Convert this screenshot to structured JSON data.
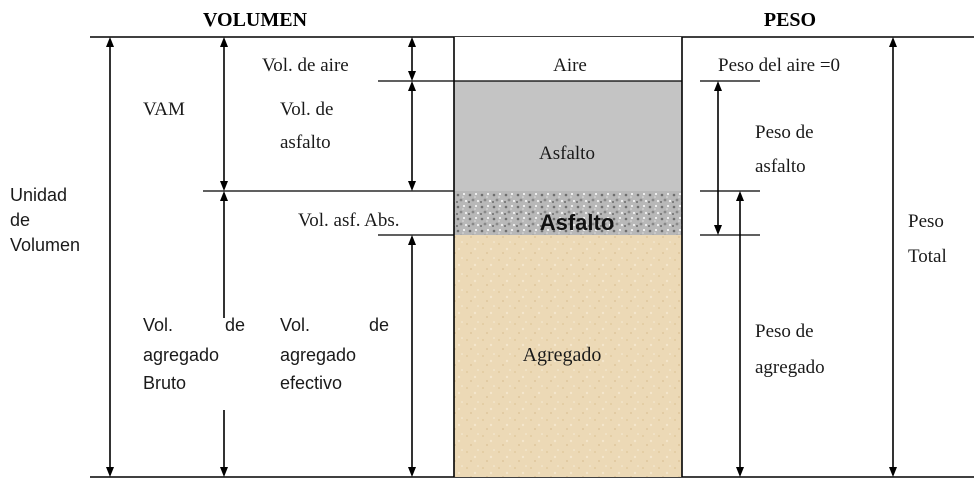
{
  "headers": {
    "volumen": "VOLUMEN",
    "peso": "PESO"
  },
  "left": {
    "unidad_line1": "Unidad",
    "unidad_line2": "de",
    "unidad_line3": "Volumen",
    "vam": "VAM",
    "bruto_line1a": "Vol.",
    "bruto_line1b": "de",
    "bruto_line2": "agregado",
    "bruto_line3": "Bruto"
  },
  "middle": {
    "vol_aire": "Vol. de aire",
    "vol_asfalto_line1": "Vol. de",
    "vol_asfalto_line2": "asfalto",
    "vol_asf_abs": "Vol. asf. Abs.",
    "efectivo_line1a": "Vol.",
    "efectivo_line1b": "de",
    "efectivo_line2": "agregado",
    "efectivo_line3": "efectivo"
  },
  "column": {
    "aire": "Aire",
    "asfalto": "Asfalto",
    "asfalto_abs": "Asfalto",
    "agregado": "Agregado"
  },
  "right": {
    "peso_aire": "Peso del aire =0",
    "peso_asfalto_line1": "Peso de",
    "peso_asfalto_line2": "asfalto",
    "peso_agregado_line1": "Peso de",
    "peso_agregado_line2": "agregado",
    "peso_total_line1": "Peso",
    "peso_total_line2": "Total"
  },
  "colors": {
    "asfalto_fill": "#c4c4c4",
    "agregado_fill": "#ecd9b6",
    "aire_fill": "#ffffff",
    "abs_fill": "#b5b5b5"
  }
}
